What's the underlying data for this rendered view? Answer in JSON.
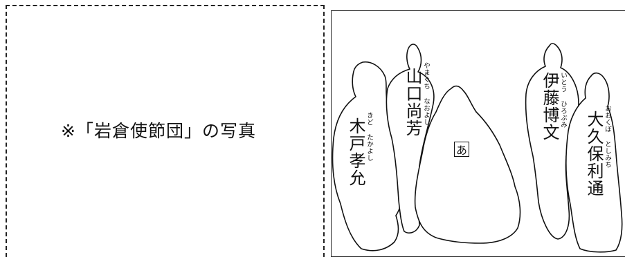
{
  "caption": "※「岩倉使節団」の写真",
  "figures": {
    "kido": {
      "name": "木戸孝允",
      "ruby": "きど たかよし"
    },
    "yamaguchi": {
      "name": "山口尚芳",
      "ruby": "やまぐち なおよし"
    },
    "person_a": {
      "label": "あ"
    },
    "ito": {
      "name": "伊藤博文",
      "ruby": "いとう ひろぶみ"
    },
    "okubo": {
      "name": "大久保利通",
      "ruby": "おおくぼ としみち"
    }
  }
}
